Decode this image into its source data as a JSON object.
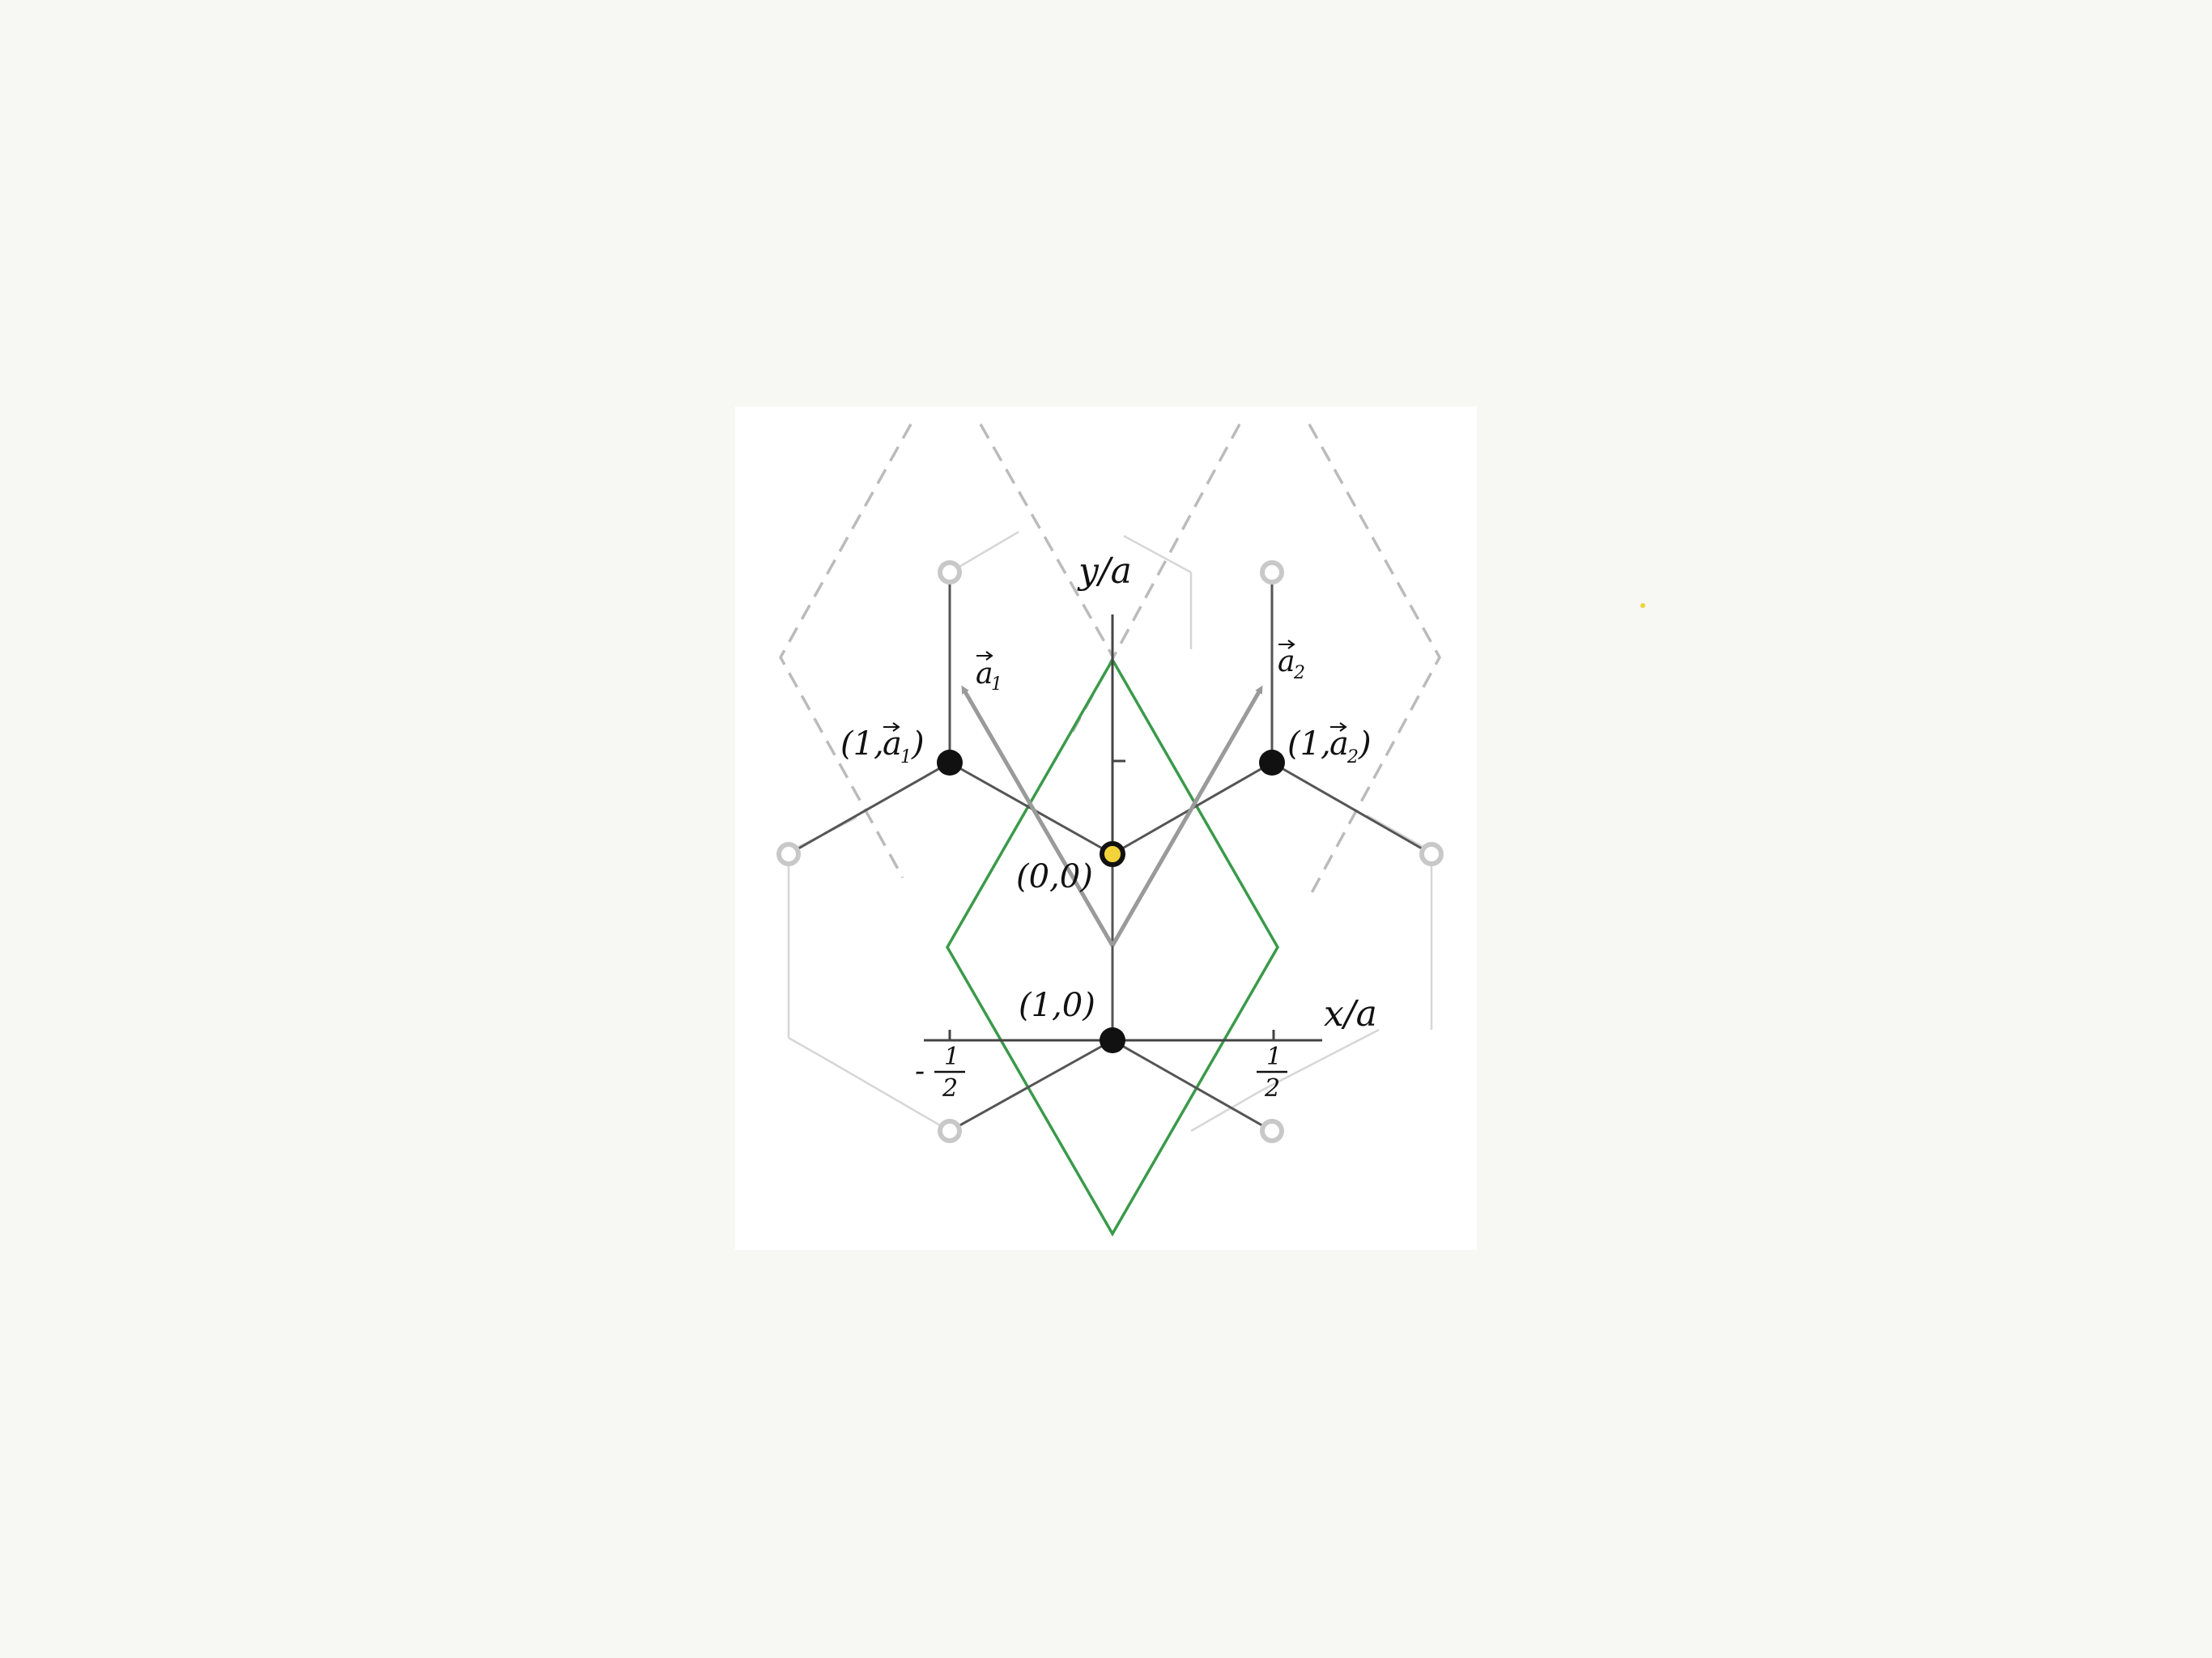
{
  "axes": {
    "x_label": "x/a",
    "y_label": "y/a",
    "tick_left_sign": "-",
    "tick_left_num": "1",
    "tick_left_den": "2",
    "tick_right_num": "1",
    "tick_right_den": "2"
  },
  "vectors": {
    "a1_base": "a",
    "a1_sub": "1",
    "a2_base": "a",
    "a2_sub": "2"
  },
  "points": {
    "origin": "(0,0)",
    "p10": "(1,0)",
    "p1a1_prefix": "(1,",
    "p1a1_base": "a",
    "p1a1_sub": "1",
    "p1a1_suffix": ")",
    "p1a2_prefix": "(1,",
    "p1a2_base": "a",
    "p1a2_sub": "2",
    "p1a2_suffix": ")"
  },
  "colors": {
    "background": "#f7f8f4",
    "panel": "#ffffff",
    "unit_cell": "#3a9a4a",
    "neighbor_cell": "#bbbbbb",
    "bond_dark": "#555555",
    "bond_light": "#d8d8d8",
    "arrow": "#9a9a9a",
    "origin_fill": "#f2d43a",
    "atom": "#111111"
  }
}
